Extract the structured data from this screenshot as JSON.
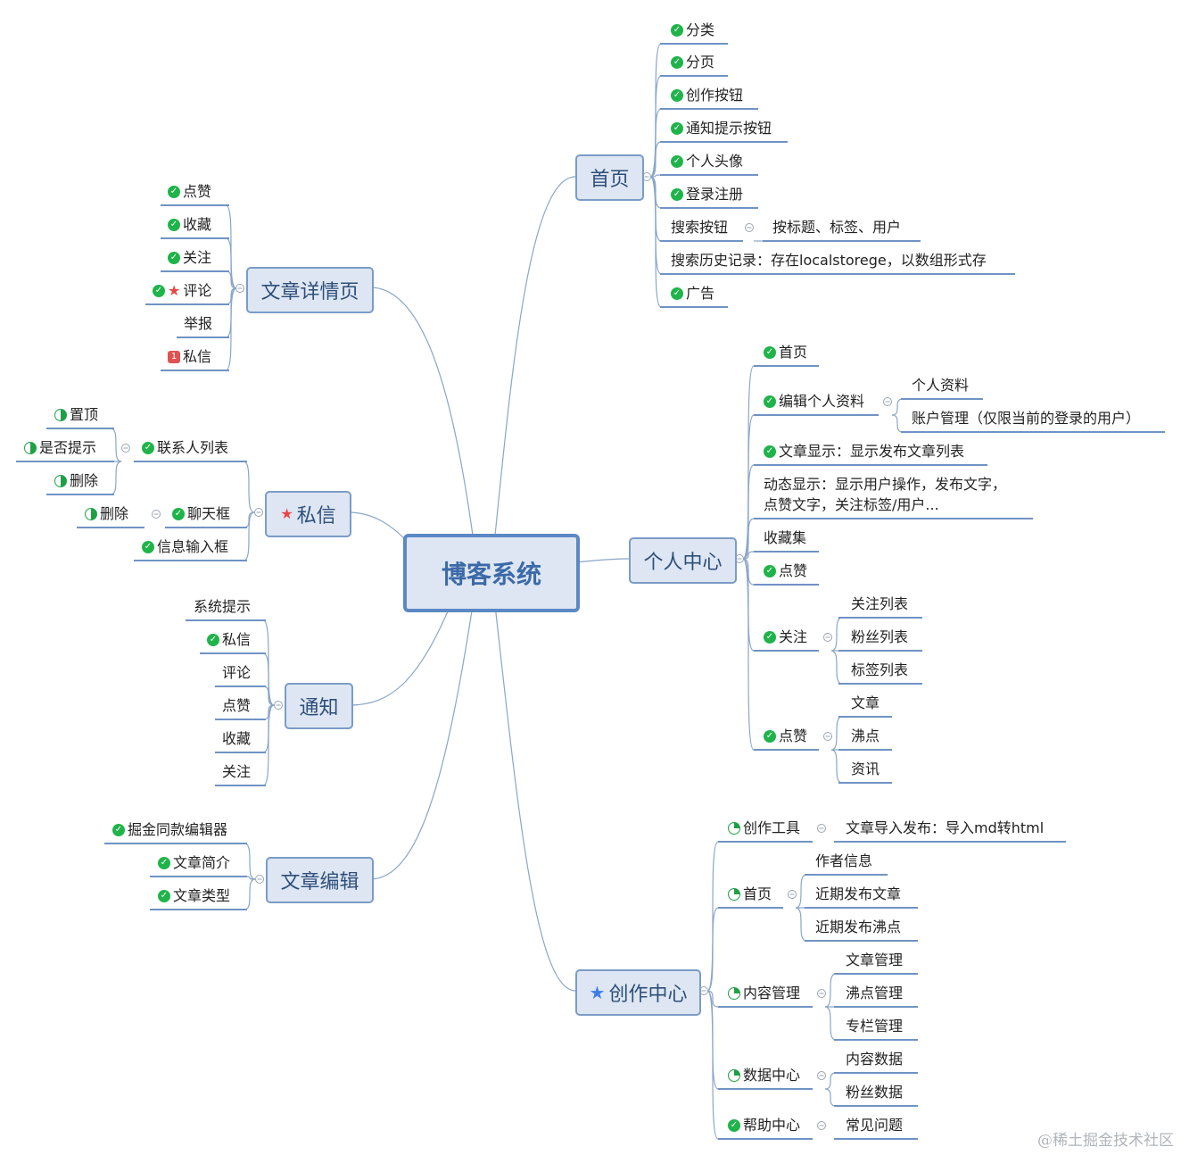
{
  "root": {
    "label": "博客系统"
  },
  "branches": {
    "home": {
      "label": "首页"
    },
    "personal": {
      "label": "个人中心"
    },
    "creator": {
      "label": "创作中心"
    },
    "article_detail": {
      "label": "文章详情页"
    },
    "message": {
      "label": "私信"
    },
    "notify": {
      "label": "通知"
    },
    "article_edit": {
      "label": "文章编辑"
    }
  },
  "home": {
    "category": "分类",
    "paging": "分页",
    "create_btn": "创作按钮",
    "notify_btn": "通知提示按钮",
    "avatar": "个人头像",
    "login": "登录注册",
    "search_btn": "搜索按钮",
    "search_by": "按标题、标签、用户",
    "search_history": "搜索历史记录：存在localstorege，以数组形式存",
    "ads": "广告"
  },
  "personal": {
    "home": "首页",
    "edit_profile": "编辑个人资料",
    "profile": "个人资料",
    "account": "账户管理（仅限当前的登录的用户）",
    "article_show": "文章显示：显示发布文章列表",
    "dynamic_line1": "动态显示：显示用户操作，发布文字，",
    "dynamic_line2": "点赞文字，关注标签/用户...",
    "favorites": "收藏集",
    "likes": "点赞",
    "follow": "关注",
    "follow_list": "关注列表",
    "fans_list": "粉丝列表",
    "tag_list": "标签列表",
    "likes2": "点赞",
    "like_article": "文章",
    "like_pin": "沸点",
    "like_news": "资讯"
  },
  "creator": {
    "tools": "创作工具",
    "import": "文章导入发布：导入md转html",
    "home": "首页",
    "author_info": "作者信息",
    "recent_articles": "近期发布文章",
    "recent_pins": "近期发布沸点",
    "content_mgmt": "内容管理",
    "article_mgmt": "文章管理",
    "pin_mgmt": "沸点管理",
    "column_mgmt": "专栏管理",
    "data_center": "数据中心",
    "content_data": "内容数据",
    "fans_data": "粉丝数据",
    "help": "帮助中心",
    "faq": "常见问题"
  },
  "article_detail": {
    "like": "点赞",
    "collect": "收藏",
    "follow": "关注",
    "comment": "评论",
    "report": "举报",
    "dm": "私信",
    "dm_badge": "1"
  },
  "message": {
    "pin": "置顶",
    "remind": "是否提示",
    "del1": "删除",
    "contacts": "联系人列表",
    "del2": "删除",
    "chat": "聊天框",
    "input": "信息输入框"
  },
  "notify": {
    "system": "系统提示",
    "dm": "私信",
    "comment": "评论",
    "like": "点赞",
    "collect": "收藏",
    "follow": "关注"
  },
  "article_edit": {
    "editor": "掘金同款编辑器",
    "summary": "文章简介",
    "type": "文章类型"
  },
  "watermark": "@稀土掘金技术社区",
  "colors": {
    "link": "#8aa6c8",
    "underline": "#6f93c4",
    "box_fill": "#dde6f2",
    "box_border": "#7b9cc6",
    "check": "#1fb44a"
  }
}
